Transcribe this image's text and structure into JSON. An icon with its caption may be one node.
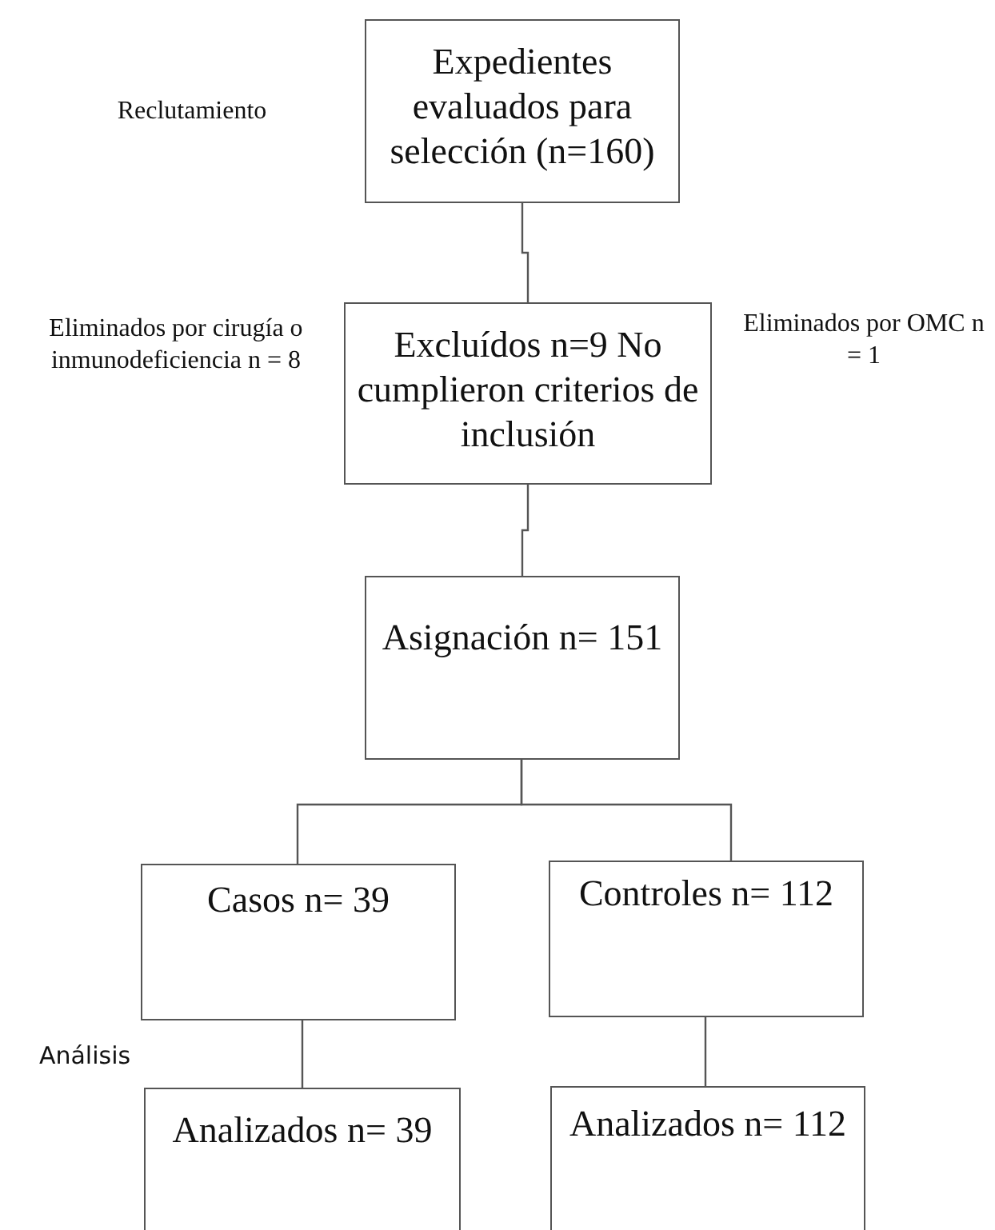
{
  "diagram": {
    "nodes": [
      {
        "text": [
          "Expedientes evaluados para selección (n=160)"
        ]
      },
      {
        "text": [
          "Excluídos n=9 No cumplieron criterios de inclusión"
        ]
      },
      {
        "text": [
          "Asignación n= 151"
        ]
      },
      {
        "text": [
          "Casos n= 39"
        ]
      },
      {
        "text": [
          "Controles n= 112"
        ]
      },
      {
        "text": [
          "Analizados n= 39"
        ]
      },
      {
        "text": [
          "Analizados n= 112"
        ]
      }
    ],
    "edges": [
      {
        "from": 0,
        "to": 1,
        "arrow": "none"
      },
      {
        "from": 1,
        "to": 2,
        "arrow": "none"
      },
      {
        "from": 2,
        "to": 3,
        "arrow": "none"
      },
      {
        "from": 2,
        "to": 4,
        "arrow": "none"
      },
      {
        "from": 3,
        "to": 5,
        "arrow": "none"
      },
      {
        "from": 4,
        "to": 6,
        "arrow": "none"
      }
    ],
    "labels": [
      "Reclutamiento",
      "Eliminados por cirugía o inmunodeficiencia n = 8",
      "Eliminados por OMC n = 1",
      "Análisis"
    ]
  }
}
